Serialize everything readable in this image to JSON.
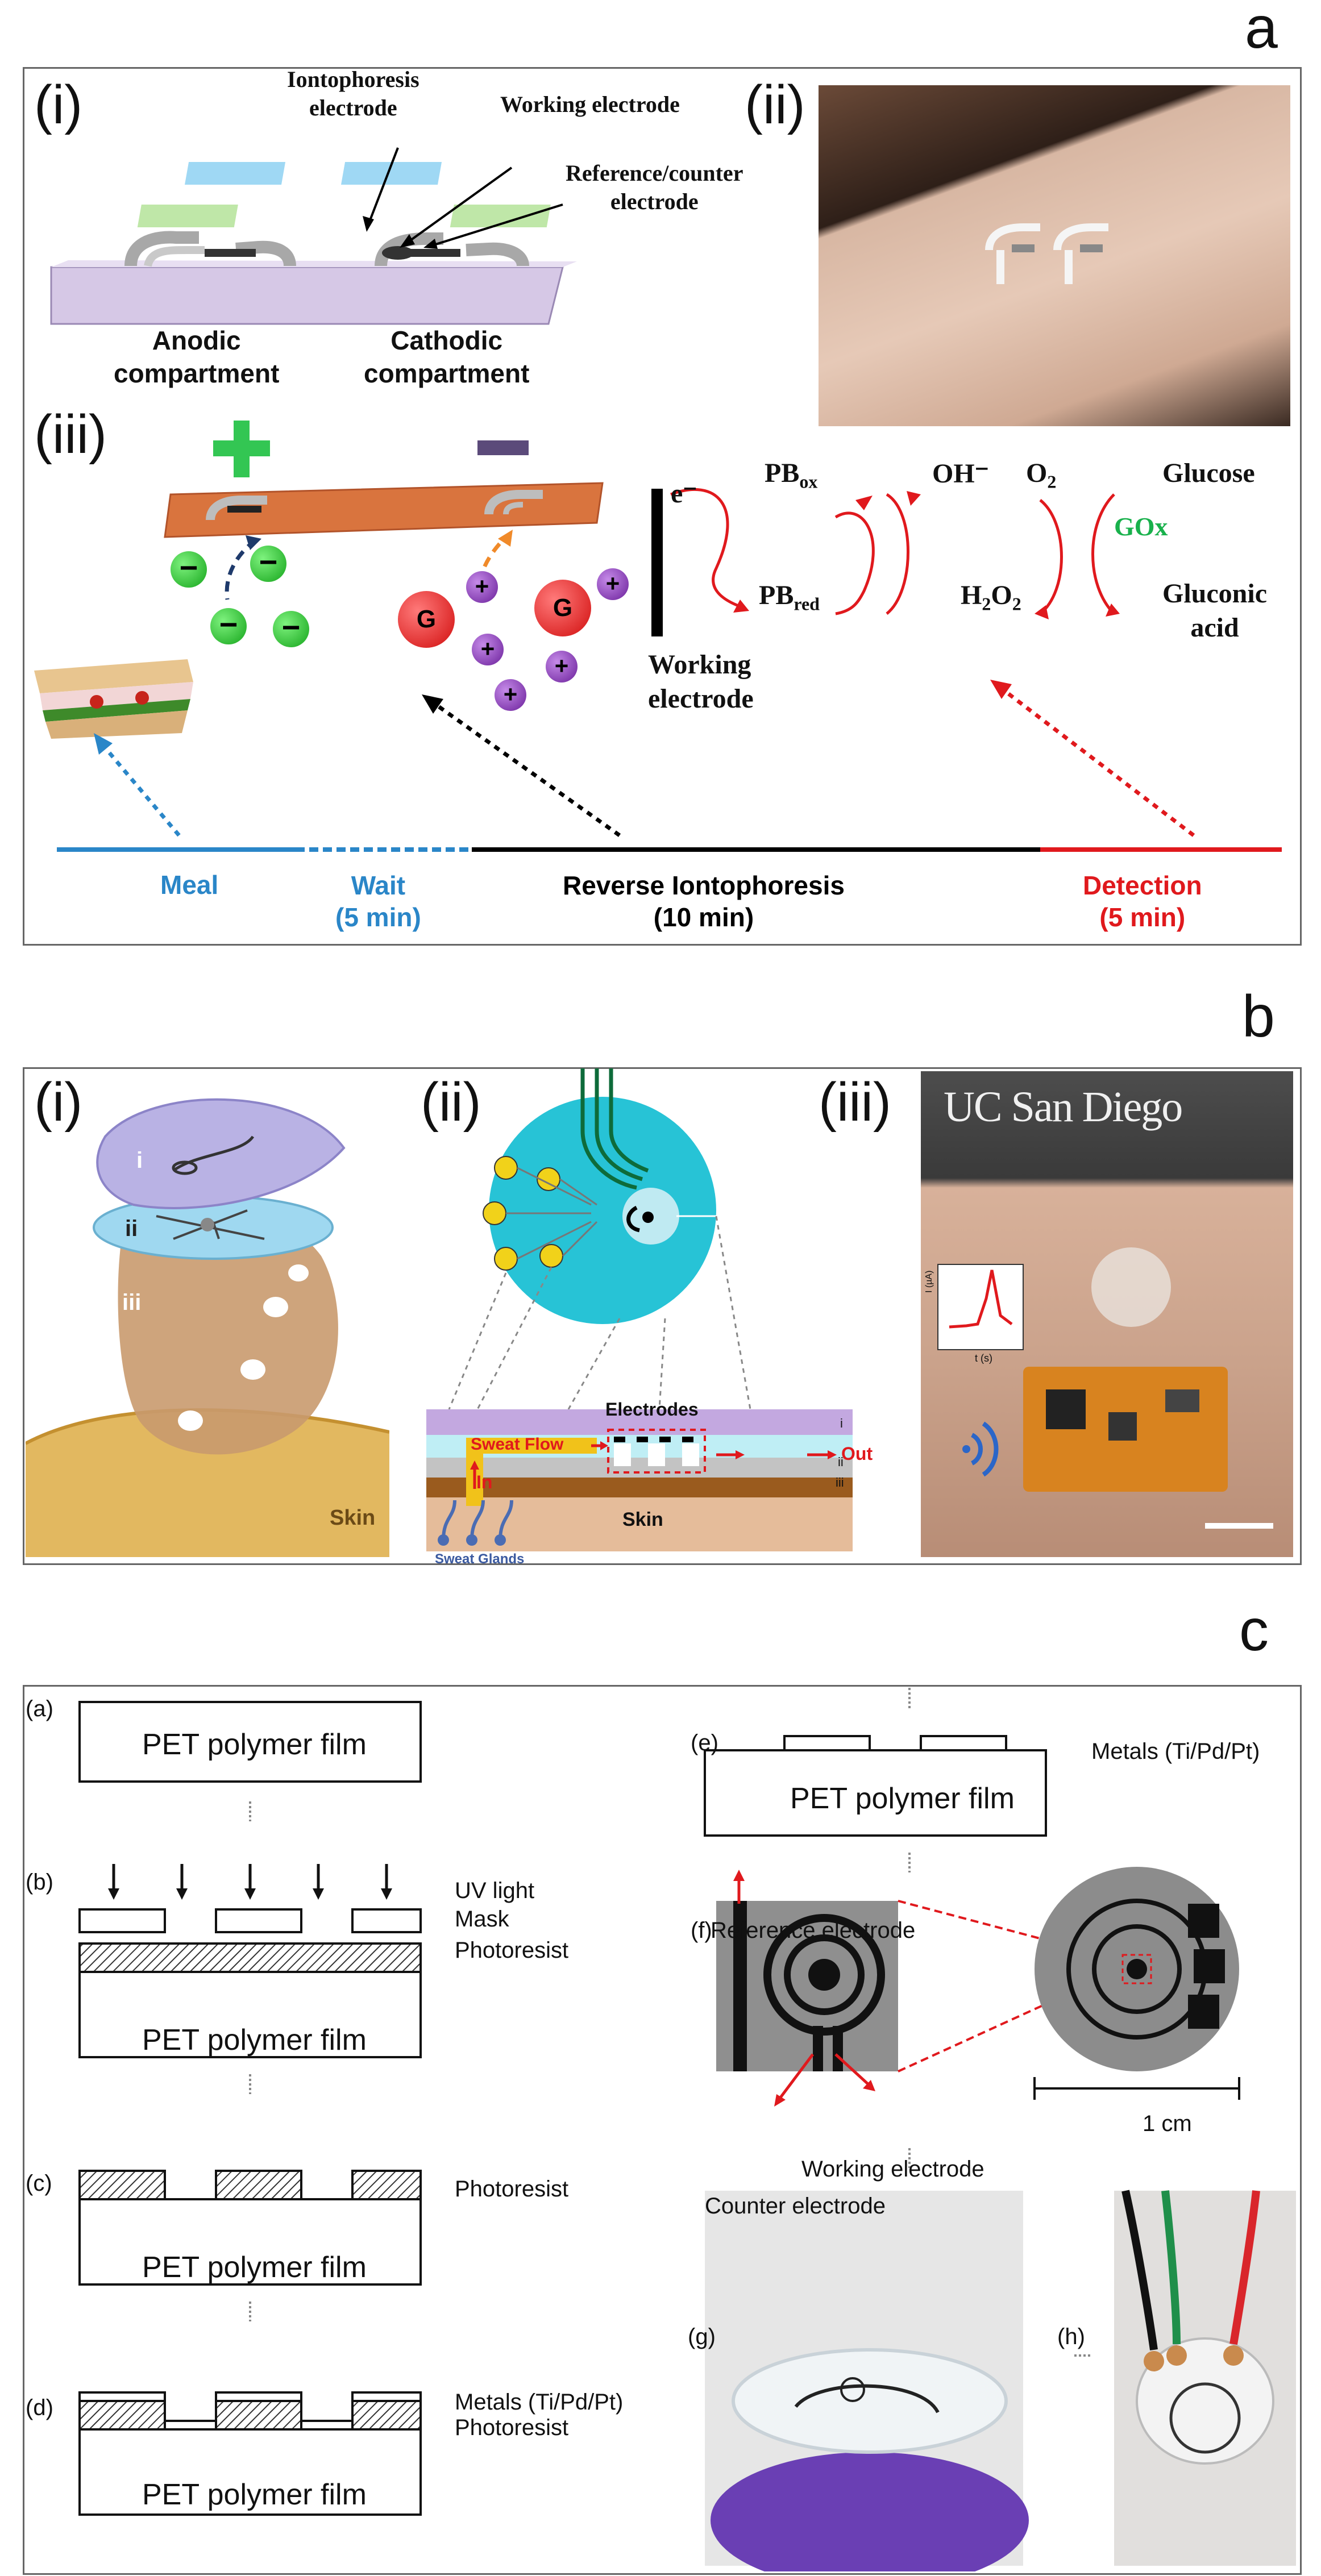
{
  "panel_letters": {
    "a": "a",
    "b": "b",
    "c": "c"
  },
  "panel_a": {
    "sub_i": "(i)",
    "sub_ii": "(ii)",
    "sub_iii": "(iii)",
    "iontophoresis_electrode": [
      "Iontophoresis",
      "electrode"
    ],
    "working_electrode": "Working electrode",
    "reference_counter": [
      "Reference/counter",
      "electrode"
    ],
    "anodic": [
      "Anodic",
      "compartment"
    ],
    "cathodic": [
      "Cathodic",
      "compartment"
    ],
    "plus": "+",
    "ion_minus": "−",
    "ion_plus": "+",
    "ion_g": "G",
    "e_minus": "e⁻",
    "pb_ox": "PB",
    "pb_ox_sub": "ox",
    "pb_red": "PB",
    "pb_red_sub": "red",
    "oh": "OH⁻",
    "o2": "O",
    "o2_sub": "2",
    "h2o2": "H",
    "h2o2_sub1": "2",
    "h2o2_o": "O",
    "h2o2_sub2": "2",
    "glucose": "Glucose",
    "gox": "GOx",
    "gluconic": [
      "Gluconic",
      "acid"
    ],
    "working_electrode_2": [
      "Working",
      "electrode"
    ],
    "timeline": {
      "meal": "Meal",
      "wait": [
        "Wait",
        "(5 min)"
      ],
      "reverse": [
        "Reverse Iontophoresis",
        "(10 min)"
      ],
      "detection": [
        "Detection",
        "(5 min)"
      ]
    },
    "colors": {
      "blue": "#2a86c8",
      "red": "#e0191d",
      "green": "#19b14c",
      "black": "#000000"
    }
  },
  "panel_b": {
    "sub_i": "(i)",
    "sub_ii": "(ii)",
    "sub_iii": "(iii)",
    "layer_i": "i",
    "layer_ii": "ii",
    "layer_iii": "iii",
    "skin": "Skin",
    "electrodes": "Electrodes",
    "sweat_flow": "Sweat Flow",
    "out": "Out",
    "in": "In",
    "skin2": "Skin",
    "sweat_glands": "Sweat Glands",
    "cs_i": "i",
    "cs_ii": "ii",
    "cs_iii": "iii",
    "ucsd": "UC San Diego",
    "plot_x": "t (s)",
    "plot_y": "I (µA)"
  },
  "panel_c": {
    "a": "(a)",
    "b": "(b)",
    "c": "(c)",
    "d": "(d)",
    "e": "(e)",
    "f": "(f)",
    "g": "(g)",
    "h": "(h)",
    "pet": "PET polymer film",
    "uv": "UV light",
    "mask": "Mask",
    "photoresist": "Photoresist",
    "metals": "Metals (Ti/Pd/Pt)",
    "reference_electrode": "Reference electrode",
    "working_electrode": "Working electrode",
    "counter_electrode": "Counter electrode",
    "scale": "1 cm"
  }
}
